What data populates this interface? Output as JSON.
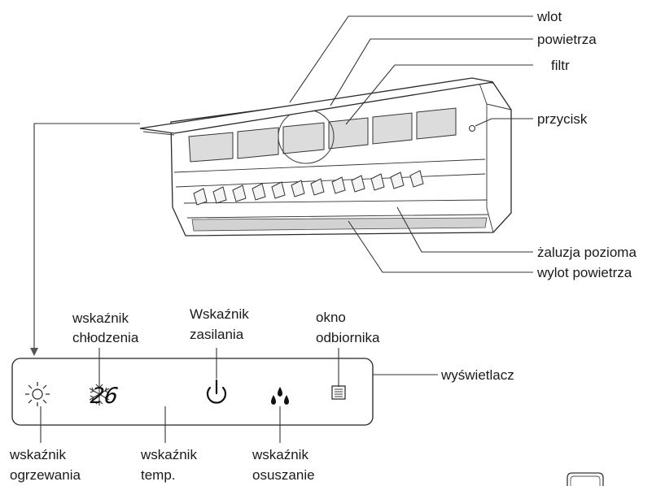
{
  "unit_labels": {
    "air_inlet_line1": "wlot",
    "air_inlet_line2": "powietrza",
    "filter": "filtr",
    "button": "przycisk",
    "louver": "żaluzja pozioma",
    "air_outlet": "wylot powietrza"
  },
  "display_labels": {
    "cooling_line1": "wskaźnik",
    "cooling_line2": "chłodzenia",
    "power_line1": "Wskaźnik",
    "power_line2": "zasilania",
    "receiver_line1": "okno",
    "receiver_line2": "odbiornika",
    "display": "wyświetlacz",
    "heating_line1": "wskaźnik",
    "heating_line2": "ogrzewania",
    "temp_line1": "wskaźnik",
    "temp_line2": "temp.",
    "dry_line1": "wskaźnik",
    "dry_line2": "osuszanie"
  },
  "temp_readout": "26",
  "icons": [
    "sun-icon",
    "snowflake-icon",
    "power-icon",
    "droplets-icon",
    "receiver-window-icon"
  ]
}
